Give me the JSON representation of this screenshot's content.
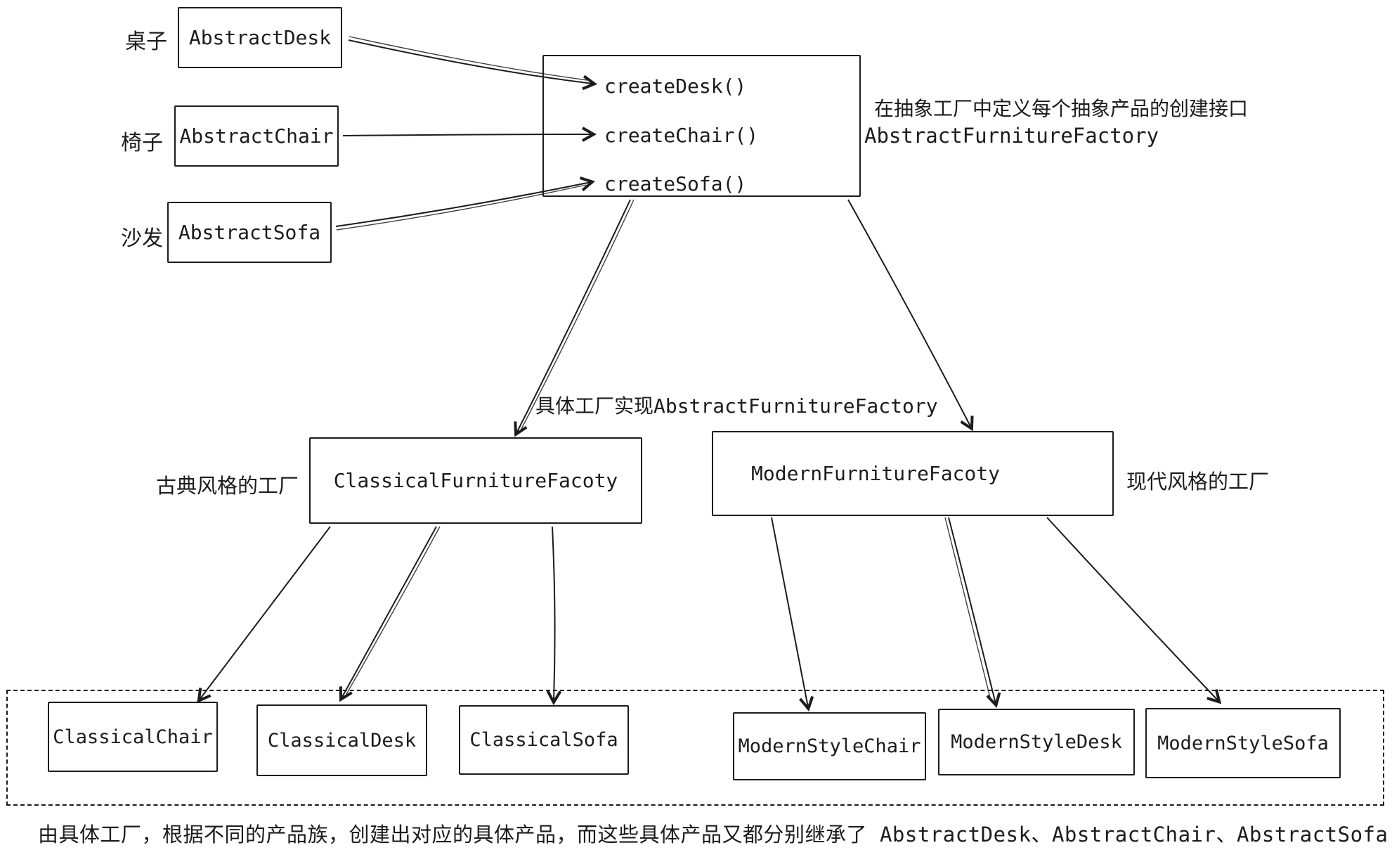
{
  "abstract_products": [
    {
      "cn_label": "桌子",
      "class_name": "AbstractDesk"
    },
    {
      "cn_label": "椅子",
      "class_name": "AbstractChair"
    },
    {
      "cn_label": "沙发",
      "class_name": "AbstractSofa"
    }
  ],
  "factory_interface": {
    "methods": [
      "createDesk()",
      "createChair()",
      "createSofa()"
    ],
    "annotation_line1": "在抽象工厂中定义每个抽象产品的创建接口",
    "annotation_line2": "AbstractFurnitureFactory"
  },
  "implements_note": "具体工厂实现AbstractFurnitureFactory",
  "concrete_factories": [
    {
      "cn_label": "古典风格的工厂",
      "class_name": "ClassicalFurnitureFacoty"
    },
    {
      "cn_label": "现代风格的工厂",
      "class_name": "ModernFurnitureFacoty"
    }
  ],
  "concrete_products": [
    {
      "class_name": "ClassicalChair"
    },
    {
      "class_name": "ClassicalDesk"
    },
    {
      "class_name": "ClassicalSofa"
    },
    {
      "class_name": "ModernStyleChair"
    },
    {
      "class_name": "ModernStyleDesk"
    },
    {
      "class_name": "ModernStyleSofa"
    }
  ],
  "caption": "由具体工厂，根据不同的产品族，创建出对应的具体产品，而这些具体产品又都分别继承了 AbstractDesk、AbstractChair、AbstractSofa",
  "colors": {
    "stroke": "#1c1c1c",
    "background": "#ffffff",
    "text": "#1c1c1c"
  }
}
